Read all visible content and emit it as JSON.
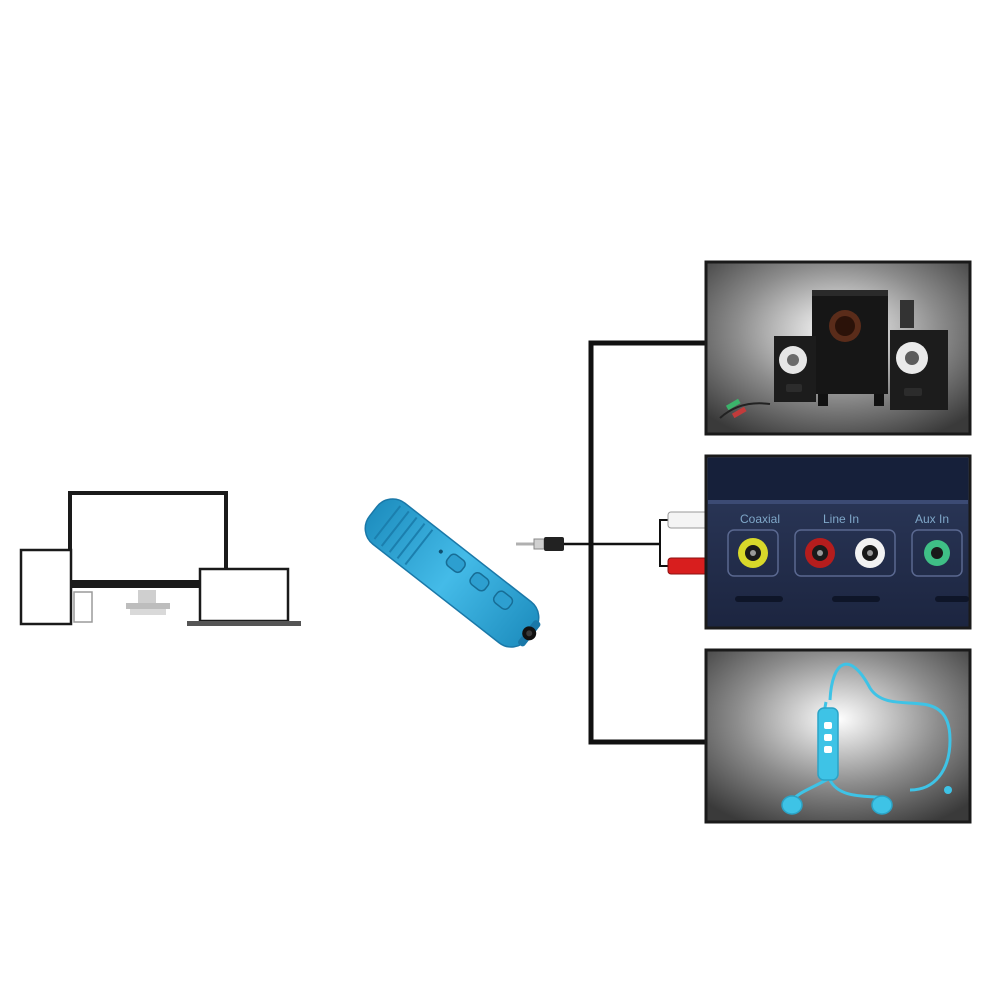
{
  "diagram": {
    "source_devices": {
      "icons": [
        "tablet-icon",
        "monitor-icon",
        "laptop-icon"
      ]
    },
    "adapter": {
      "icon": "bluetooth-receiver-icon",
      "color": "#2aa6d6"
    },
    "connector": {
      "icons": [
        "aux-plug-icon",
        "rca-white-plug-icon",
        "rca-red-plug-icon"
      ],
      "line_color": "#111111"
    },
    "targets": [
      {
        "id": "speakers",
        "icon": "speaker-system-icon"
      },
      {
        "id": "av-receiver",
        "icon": "av-jack-panel-icon",
        "jack_labels": [
          "Coaxial",
          "Line In",
          "Aux In"
        ],
        "jack_colors": [
          "#d8d82a",
          "#b51d1d",
          "#f2f2f2",
          "#3fbf86"
        ]
      },
      {
        "id": "headphones",
        "icon": "earphones-icon",
        "color": "#3ec3e6"
      }
    ]
  }
}
